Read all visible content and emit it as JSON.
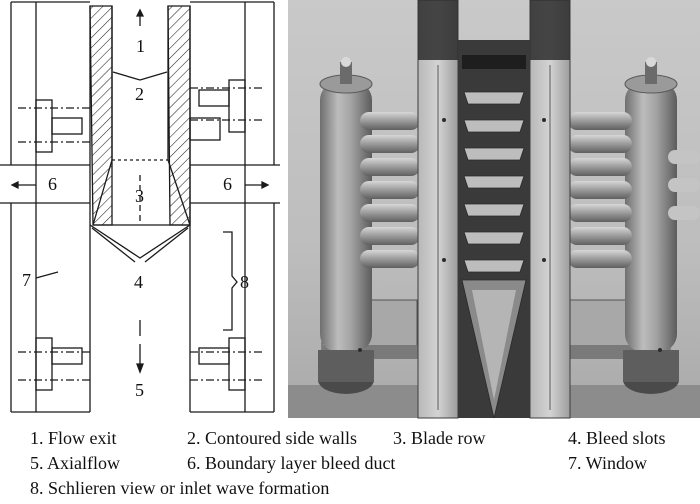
{
  "diagram": {
    "callouts": {
      "c1": "1",
      "c2": "2",
      "c3": "3",
      "c4": "4",
      "c5": "5",
      "c6_left": "6",
      "c6_right": "6",
      "c7": "7",
      "c8": "8"
    }
  },
  "legend": {
    "row1": [
      "1. Flow exit",
      "2. Contoured side walls",
      "3. Blade row",
      "4. Bleed slots"
    ],
    "row2": [
      "5. Axialflow",
      "6. Boundary layer bleed duct",
      "7. Window"
    ],
    "row3": [
      "8. Schlieren view or inlet wave formation"
    ]
  }
}
